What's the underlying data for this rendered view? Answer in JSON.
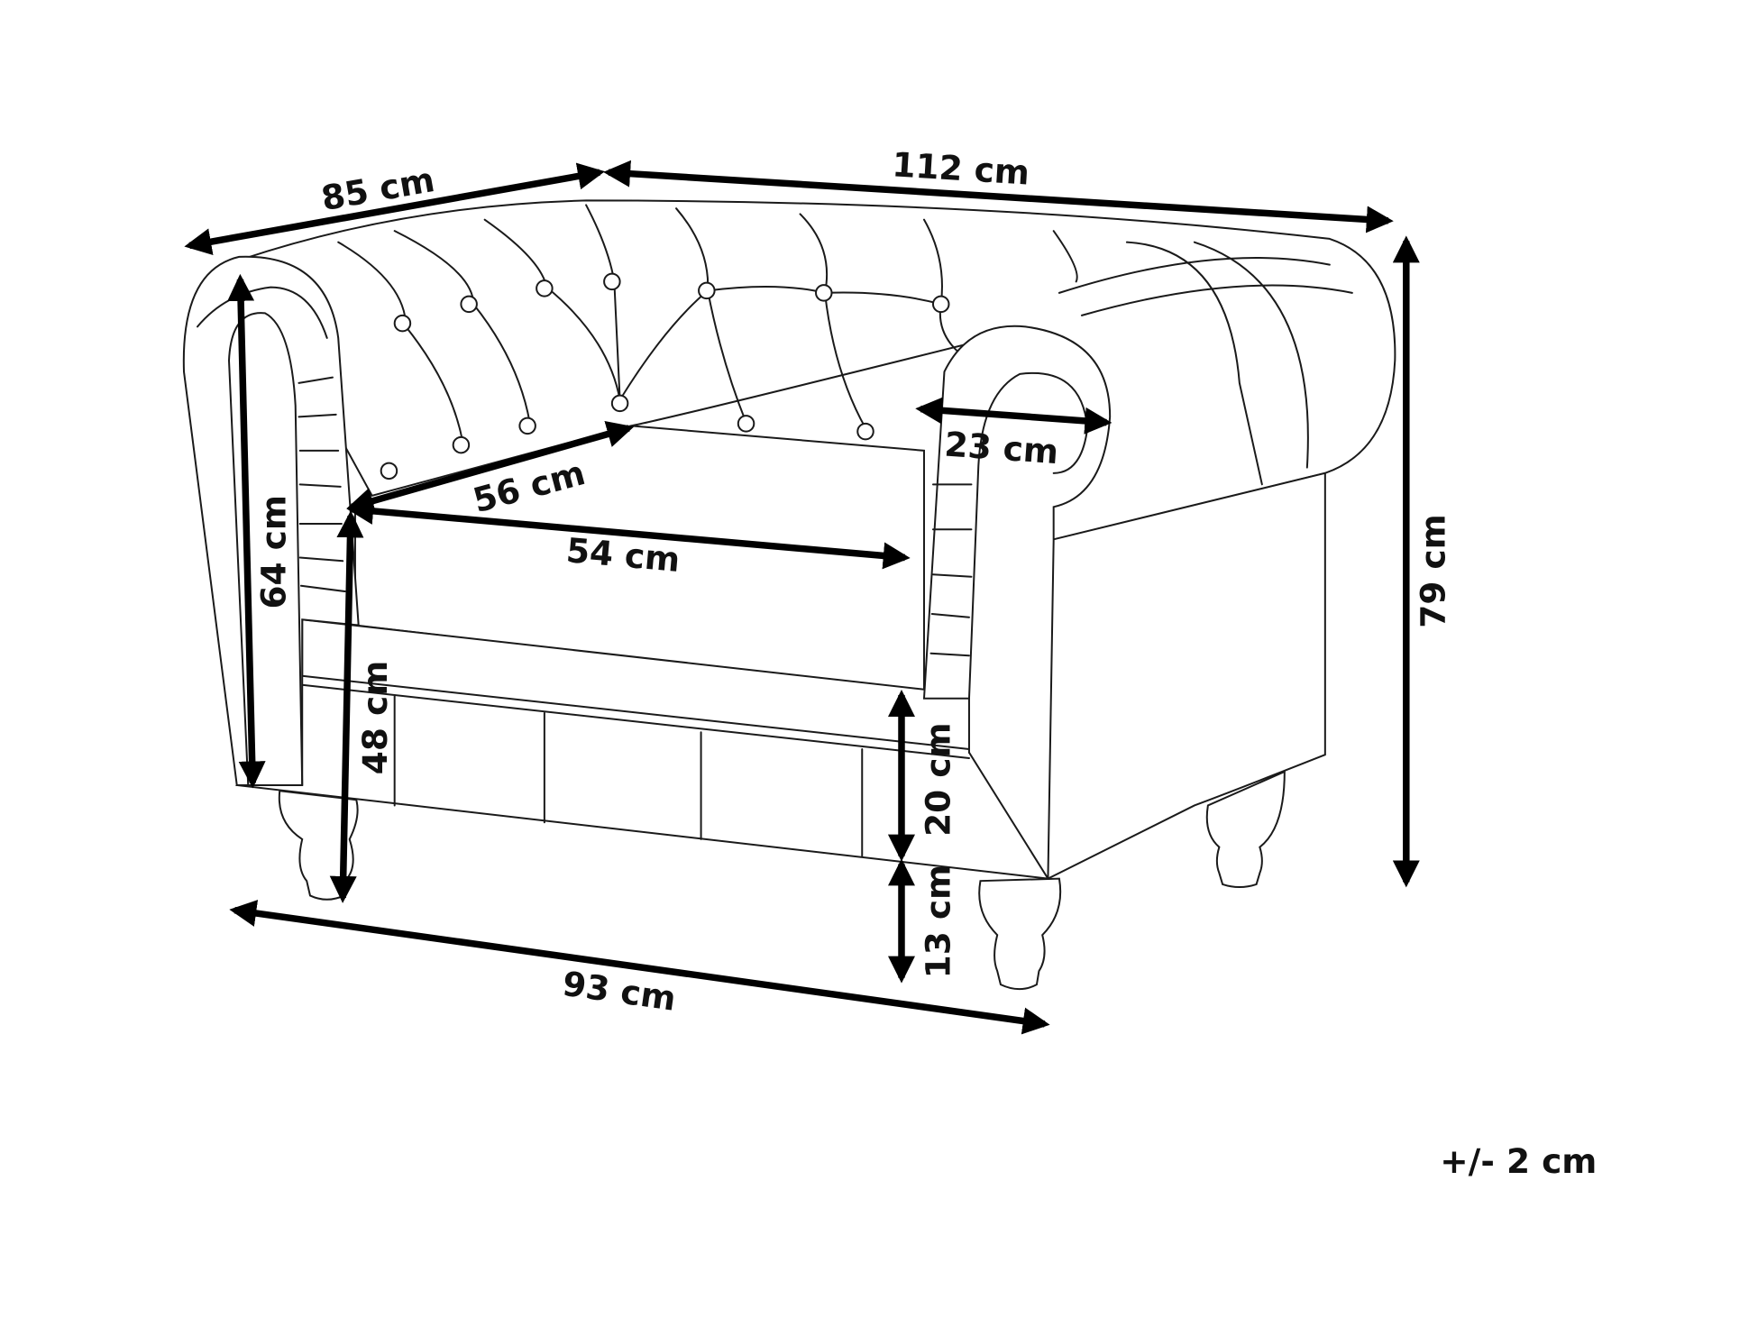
{
  "diagram": {
    "subject": "armchair-dimensions",
    "colors": {
      "line": "#1a1a1a",
      "arrow": "#000000",
      "background": "#ffffff"
    },
    "dimensions": {
      "depth": "85 cm",
      "width": "112 cm",
      "arm_width": "23 cm",
      "seat_depth": "56 cm",
      "seat_width": "54 cm",
      "arm_height": "64 cm",
      "seat_height": "48 cm",
      "base_height": "20 cm",
      "leg_height": "13 cm",
      "total_height": "79 cm",
      "front_width": "93 cm"
    },
    "tolerance": "+/- 2 cm"
  }
}
